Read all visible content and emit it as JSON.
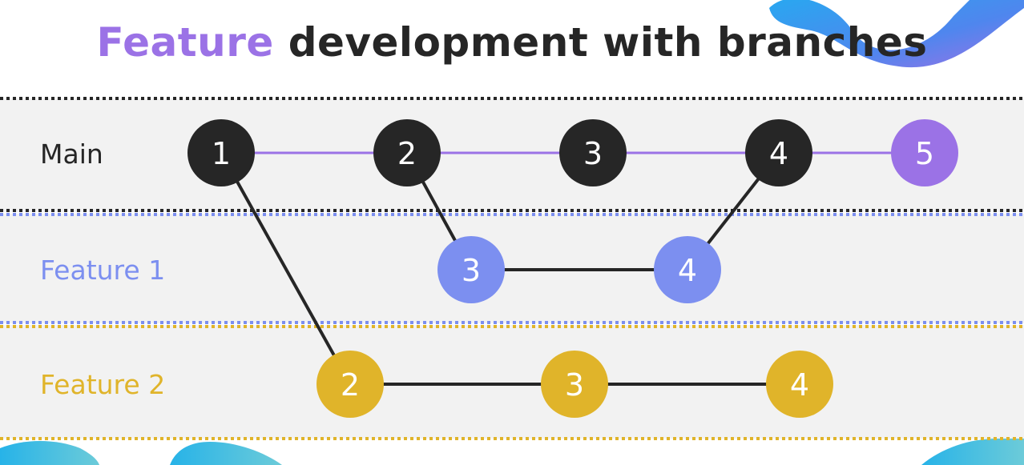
{
  "title": {
    "accent": "Feature",
    "rest": " development with branches"
  },
  "colors": {
    "purple": "#9b72e6",
    "dark": "#262626",
    "blue": "#7c8ff0",
    "yellow": "#e0b42a",
    "lane_bg": "#f2f2f2"
  },
  "lanes": [
    {
      "id": "main",
      "label": "Main"
    },
    {
      "id": "feature1",
      "label": "Feature 1"
    },
    {
      "id": "feature2",
      "label": "Feature 2"
    }
  ],
  "commits": [
    {
      "id": "m1",
      "lane": "main",
      "label": "1",
      "color": "dark"
    },
    {
      "id": "m2",
      "lane": "main",
      "label": "2",
      "color": "dark"
    },
    {
      "id": "m3",
      "lane": "main",
      "label": "3",
      "color": "dark"
    },
    {
      "id": "m4",
      "lane": "main",
      "label": "4",
      "color": "dark"
    },
    {
      "id": "m5",
      "lane": "main",
      "label": "5",
      "color": "purple"
    },
    {
      "id": "f1a",
      "lane": "feature1",
      "label": "3",
      "color": "blue"
    },
    {
      "id": "f1b",
      "lane": "feature1",
      "label": "4",
      "color": "blue"
    },
    {
      "id": "f2a",
      "lane": "feature2",
      "label": "2",
      "color": "yellow"
    },
    {
      "id": "f2b",
      "lane": "feature2",
      "label": "3",
      "color": "yellow"
    },
    {
      "id": "f2c",
      "lane": "feature2",
      "label": "4",
      "color": "yellow"
    }
  ],
  "edges": [
    {
      "from": "m1",
      "to": "m2",
      "color": "purple"
    },
    {
      "from": "m2",
      "to": "m3",
      "color": "purple"
    },
    {
      "from": "m3",
      "to": "m4",
      "color": "purple"
    },
    {
      "from": "m4",
      "to": "m5",
      "color": "purple"
    },
    {
      "from": "m2",
      "to": "f1a",
      "color": "dark"
    },
    {
      "from": "f1a",
      "to": "f1b",
      "color": "dark"
    },
    {
      "from": "f1b",
      "to": "m4",
      "color": "dark"
    },
    {
      "from": "m1",
      "to": "f2a",
      "color": "dark"
    },
    {
      "from": "f2a",
      "to": "f2b",
      "color": "dark"
    },
    {
      "from": "f2b",
      "to": "f2c",
      "color": "dark"
    }
  ]
}
